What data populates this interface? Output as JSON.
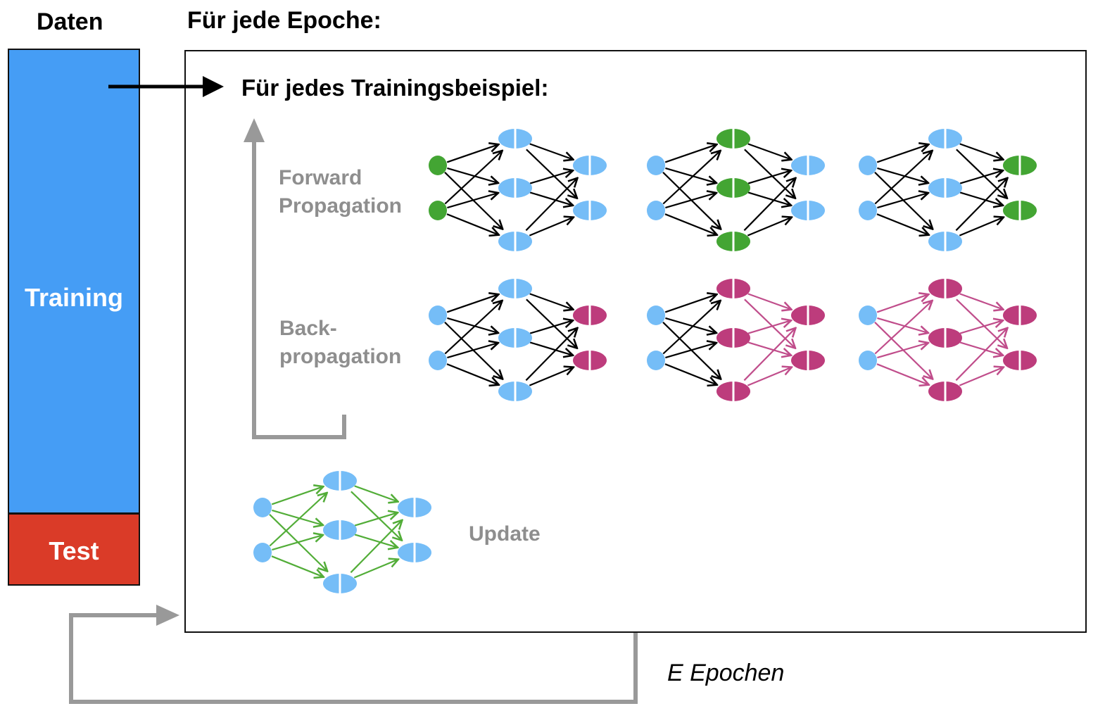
{
  "labels": {
    "data": "Daten",
    "epoch": "Für jede Epoche:",
    "sample": "Für jedes Trainingsbeispiel:",
    "training": "Training",
    "test": "Test",
    "forward": "Forward\nPropagation",
    "backward": "Back-\npropagation",
    "update": "Update",
    "epochs": "E Epochen"
  },
  "colors": {
    "training_bar": "#459df5",
    "test_bar": "#da3b28",
    "node_default": "#75bdf7",
    "node_active_forward": "#43a533",
    "node_active_backward": "#bd3c7c",
    "edge_default": "#000000",
    "edge_backward": "#c04d8b",
    "edge_update": "#52ad38",
    "flow_arrow": "#999999"
  },
  "network": {
    "layers": [
      2,
      3,
      2
    ],
    "forward_steps": [
      {
        "active_layer": 0
      },
      {
        "active_layer": 1
      },
      {
        "active_layer": 2
      }
    ],
    "backward_steps": [
      {
        "active_layers": [
          2
        ],
        "colored_edge_groups": []
      },
      {
        "active_layers": [
          1,
          2
        ],
        "colored_edge_groups": [
          1
        ]
      },
      {
        "active_layers": [
          1,
          2
        ],
        "colored_edge_groups": [
          0,
          1
        ]
      }
    ],
    "update_step": {
      "edge_color": "update"
    }
  }
}
